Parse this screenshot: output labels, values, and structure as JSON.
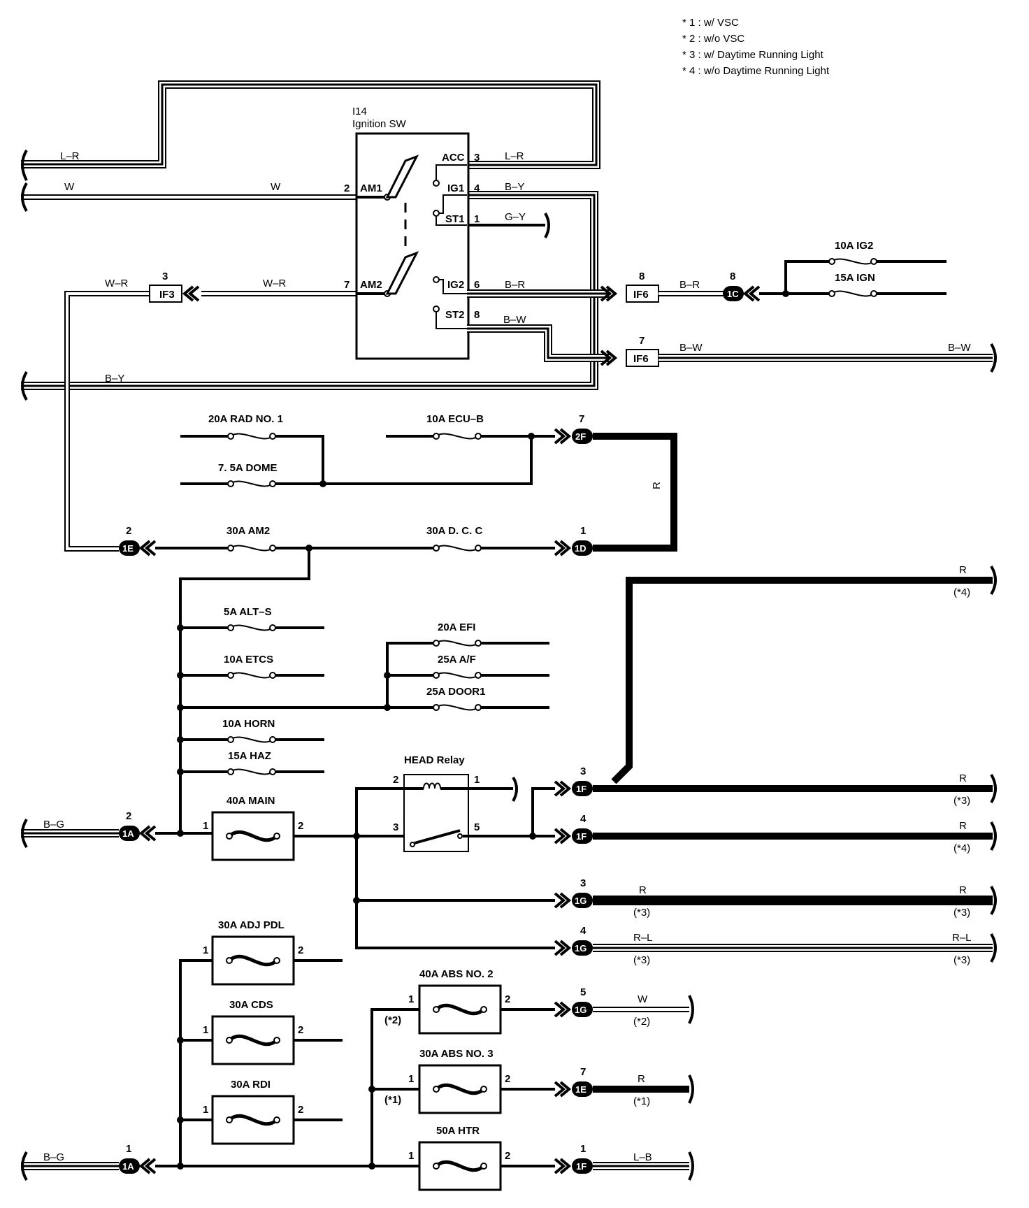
{
  "notes": [
    "* 1 : w/ VSC",
    "* 2 : w/o VSC",
    "* 3 : w/ Daytime Running Light",
    "* 4 : w/o Daytime Running Light"
  ],
  "ignition_switch": {
    "id": "I14",
    "name": "Ignition SW",
    "terminals": {
      "acc": "ACC",
      "am1": "AM1",
      "ig1": "IG1",
      "st1": "ST1",
      "am2": "AM2",
      "ig2": "IG2",
      "st2": "ST2"
    },
    "pins": {
      "acc": "3",
      "am1": "2",
      "ig1": "4",
      "st1": "1",
      "am2": "7",
      "ig2": "6",
      "st2": "8"
    }
  },
  "wires": {
    "l_r": "L–R",
    "w": "W",
    "b_y": "B–Y",
    "g_y": "G–Y",
    "w_r": "W–R",
    "b_r": "B–R",
    "b_w": "B–W",
    "r": "R",
    "b_g": "B–G",
    "r_l": "R–L",
    "l_b": "L–B"
  },
  "connectors": {
    "if3": {
      "label": "IF3",
      "pin": "3"
    },
    "if6_8": {
      "label": "IF6",
      "pin": "8"
    },
    "if6_7": {
      "label": "IF6",
      "pin": "7"
    },
    "c1c": {
      "label": "1C",
      "pin": "8"
    },
    "c2f": {
      "label": "2F",
      "pin": "7"
    },
    "c1d": {
      "label": "1D",
      "pin": "1"
    },
    "c1e_2": {
      "label": "1E",
      "pin": "2"
    },
    "c1f_3": {
      "label": "1F",
      "pin": "3"
    },
    "c1f_4": {
      "label": "1F",
      "pin": "4"
    },
    "c1g_3": {
      "label": "1G",
      "pin": "3"
    },
    "c1g_4": {
      "label": "1G",
      "pin": "4"
    },
    "c1a_2": {
      "label": "1A",
      "pin": "2"
    },
    "c1g_5": {
      "label": "1G",
      "pin": "5"
    },
    "c1e_7": {
      "label": "1E",
      "pin": "7"
    },
    "c1a_1": {
      "label": "1A",
      "pin": "1"
    },
    "c1f_1": {
      "label": "1F",
      "pin": "1"
    }
  },
  "fuses": {
    "ig2": "10A IG2",
    "ign": "15A IGN",
    "rad1": "20A RAD NO. 1",
    "ecub": "10A ECU–B",
    "dome": "7. 5A DOME",
    "am2": "30A AM2",
    "dcc": "30A D. C. C",
    "alts": "5A ALT–S",
    "etcs": "10A ETCS",
    "efi": "20A EFI",
    "af": "25A A/F",
    "door1": "25A DOOR1",
    "horn": "10A HORN",
    "haz": "15A HAZ",
    "main": "40A MAIN",
    "adjpdl": "30A ADJ PDL",
    "cds": "30A CDS",
    "rdi": "30A RDI",
    "abs2": "40A ABS NO. 2",
    "abs3": "30A ABS NO. 3",
    "htr": "50A HTR"
  },
  "relay": {
    "label": "HEAD Relay",
    "p1": "1",
    "p2": "2",
    "p3": "3",
    "p5": "5"
  },
  "block_pins": {
    "one": "1",
    "two": "2"
  },
  "cond": {
    "c1": "(*1)",
    "c2": "(*2)",
    "c3": "(*3)",
    "c4": "(*4)"
  }
}
